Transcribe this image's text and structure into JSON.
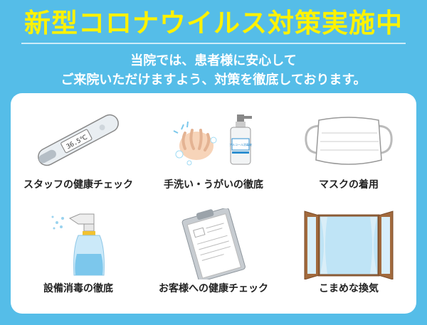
{
  "headline": "新型コロナウイルス対策実施中",
  "intro": {
    "line1": "当院では、患者様に安心して",
    "line2": "ご来院いただけますよう、対策を徹底しております。"
  },
  "measures": [
    {
      "label": "スタッフの健康チェック",
      "icon": "thermometer-icon"
    },
    {
      "label": "手洗い・うがいの徹底",
      "icon": "handwashing-icon"
    },
    {
      "label": "マスクの着用",
      "icon": "mask-icon"
    },
    {
      "label": "設備消毒の徹底",
      "icon": "spray-bottle-icon"
    },
    {
      "label": "お客様への健康チェック",
      "icon": "clipboard-icon"
    },
    {
      "label": "こまめな換気",
      "icon": "window-icon"
    }
  ],
  "thermometer_reading": "36.5℃",
  "sanitizer_label": "アルコール消毒液",
  "colors": {
    "background": "#55bde8",
    "headline": "#fff200",
    "card": "#ffffff",
    "label": "#222222"
  }
}
